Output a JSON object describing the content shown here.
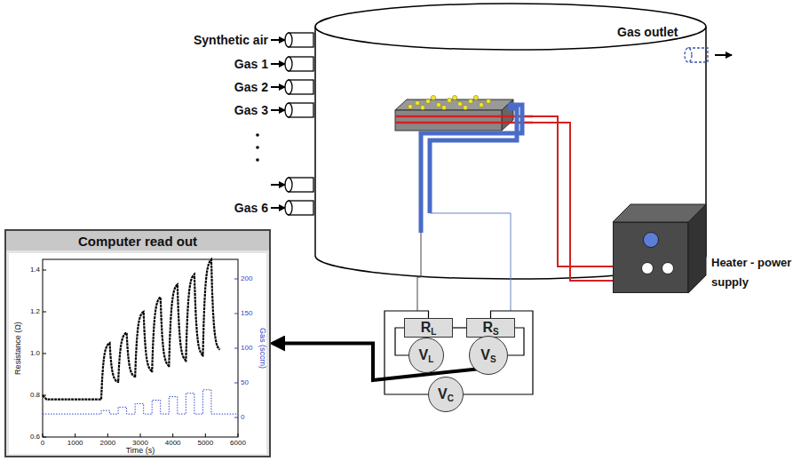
{
  "diagram": {
    "nodes": [
      {
        "text": [
          "Computer read out"
        ]
      },
      {
        "text": [
          "Heater - power supply"
        ]
      },
      {
        "text": [
          "RL"
        ]
      },
      {
        "text": [
          "RS"
        ]
      },
      {
        "text": [
          "VL"
        ]
      },
      {
        "text": [
          "VS"
        ]
      },
      {
        "text": [
          "VC"
        ]
      }
    ],
    "edges": [
      {
        "from": 2,
        "to": 3,
        "arrow": "none"
      },
      {
        "from": 2,
        "to": 4,
        "arrow": "none"
      },
      {
        "from": 3,
        "to": 5,
        "arrow": "none"
      },
      {
        "from": 6,
        "to": 2,
        "arrow": "none"
      },
      {
        "from": 6,
        "to": 3,
        "arrow": "none"
      },
      {
        "from": 5,
        "to": 0,
        "arrow": "to"
      }
    ],
    "labels": [
      "Synthetic air",
      "Gas 1",
      "Gas 2",
      "Gas 3",
      "Gas 6",
      "Gas outlet",
      "0.6",
      "0.8",
      "1.0",
      "1.2",
      "1.4",
      "0",
      "1000",
      "2000",
      "3000",
      "4000",
      "5000",
      "6000",
      "0",
      "50",
      "100",
      "150",
      "200",
      "Resistance (Ω)",
      "Time (s)",
      "Gas (sccm)"
    ]
  }
}
